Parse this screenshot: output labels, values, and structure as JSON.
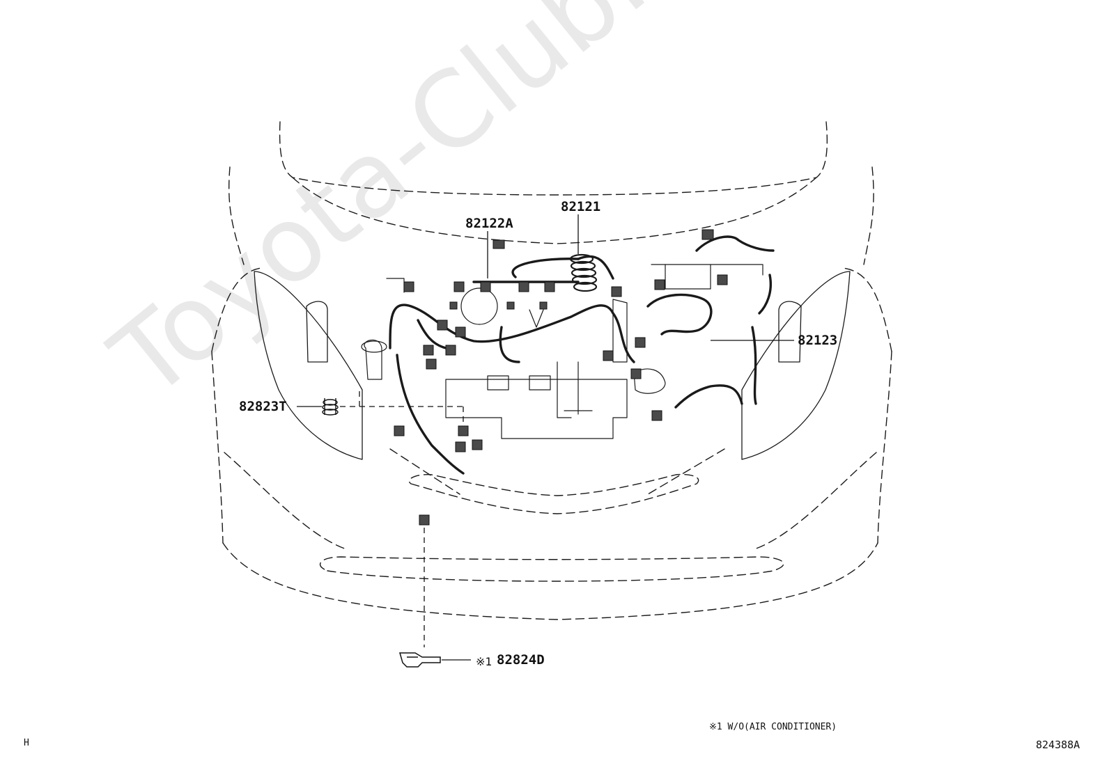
{
  "watermark": "Toyota-Club.ru",
  "labels": {
    "p82121": "82121",
    "p82122A": "82122A",
    "p82123": "82123",
    "p82823T": "82823T",
    "p82824D": "82824D",
    "p82824D_mark": "※1"
  },
  "footnote": "※1 W/O(AIR CONDITIONER)",
  "corner_letter": "H",
  "diagram_code": "824388A"
}
